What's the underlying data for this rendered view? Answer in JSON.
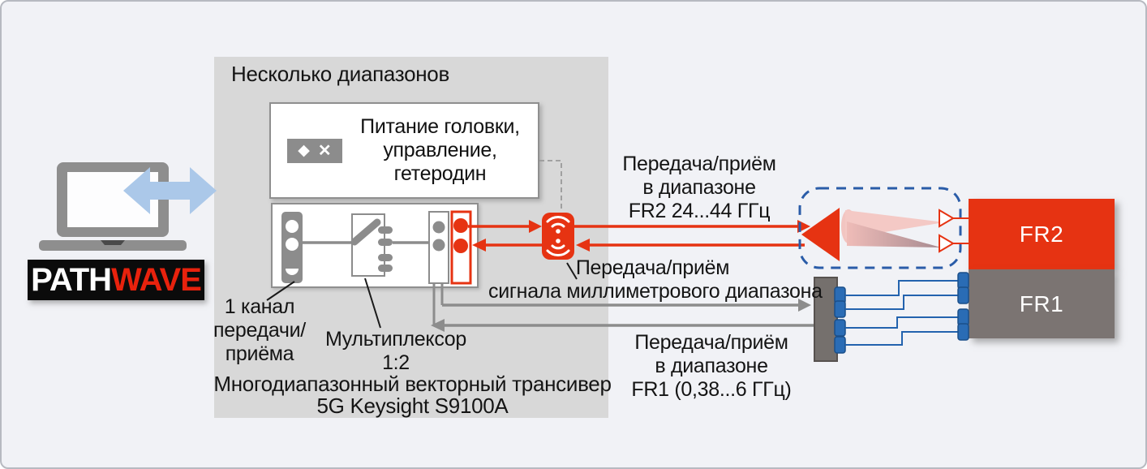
{
  "panel": {
    "title": "Несколько диапазонов"
  },
  "logo": {
    "path": "PATH",
    "wave": "WAVE"
  },
  "control_box": {
    "line1": "Питание головки,",
    "line2": "управление,",
    "line3": "гетеродин",
    "icon_diamond": "◆",
    "icon_cross": "✕"
  },
  "instrument": {
    "caption_line1": "Многодиапазонный векторный трансивер",
    "caption_line2": "5G Keysight S9100A"
  },
  "labels": {
    "channel_line1": "1 канал",
    "channel_line2": "передачи/",
    "channel_line3": "приёма",
    "mux_line1": "Мультиплексор",
    "mux_line2": "1:2",
    "fr2_line1": "Передача/приём",
    "fr2_line2": "в диапазоне",
    "fr2_line3": "FR2 24...44 ГГц",
    "mm_line1": "Передача/приём",
    "mm_line2": "сигнала миллиметрового диапазона",
    "fr1_line1": "Передача/приём",
    "fr1_line2": "в диапазоне",
    "fr1_line3": "FR1 (0,38...6 ГГц)"
  },
  "devices": {
    "fr2_label": "FR2",
    "fr1_label": "FR1"
  },
  "colors": {
    "keysight_red": "#e63312",
    "logo_red": "#e8220d",
    "wire_blue": "#2363ae",
    "dashed_zone_blue": "#2a5ca8",
    "panel_gray": "#d8d8d8",
    "device_gray": "#7b7472",
    "usb_arrow_blue": "#abc8e9",
    "signal_line_gray": "#8c8c8c"
  }
}
